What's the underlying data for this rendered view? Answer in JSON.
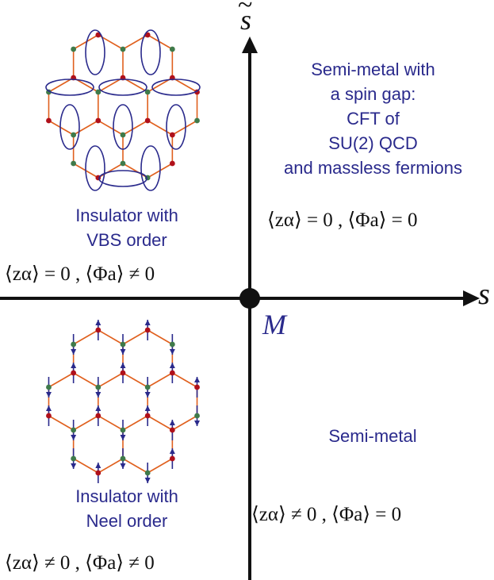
{
  "axes": {
    "x_label": "s",
    "y_label": "s",
    "y_label_accent": "~",
    "origin_label": "M"
  },
  "quadrants": {
    "top_right": {
      "lines": [
        "Semi-metal with",
        "a spin gap:",
        "CFT of",
        "SU(2) QCD",
        "and massless fermions"
      ],
      "formula": "⟨zα⟩ = 0 , ⟨Φa⟩ = 0"
    },
    "top_left": {
      "lines": [
        "Insulator with",
        "VBS order"
      ],
      "formula": "⟨zα⟩ = 0 , ⟨Φa⟩ ≠ 0"
    },
    "bottom_right": {
      "lines": [
        "Semi-metal"
      ],
      "formula": "⟨zα⟩ ≠ 0 , ⟨Φa⟩ = 0"
    },
    "bottom_left": {
      "lines": [
        "Insulator with",
        "Neel order"
      ],
      "formula": "⟨zα⟩ ≠ 0 , ⟨Φa⟩ ≠ 0"
    }
  },
  "colors": {
    "text_blue": "#2a2a8c",
    "axis": "#111111",
    "bond": "#e0601e",
    "site_red": "#b0101a",
    "site_green": "#3f7a4a",
    "spin_arrow": "#2a2a8c",
    "dimer_ellipse": "#2a2a8c"
  }
}
